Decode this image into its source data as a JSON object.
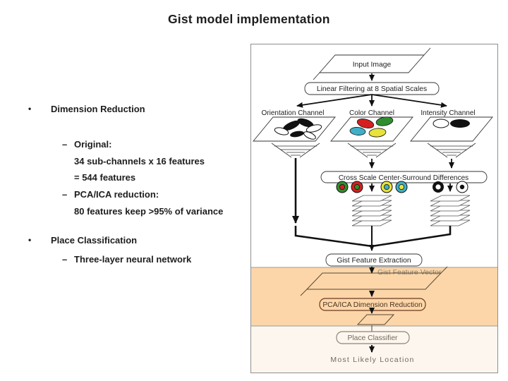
{
  "title": "Gist model implementation",
  "left": {
    "bullet_char": "•",
    "dash_char": "–",
    "section1": "Dimension Reduction",
    "s1_line1": "Original:",
    "s1_line2": "34 sub-channels x 16 features",
    "s1_line3": "= 544 features",
    "s1_line4": "PCA/ICA reduction:",
    "s1_line5": "80 features keep >95% of variance",
    "section2": "Place Classification",
    "s2_line1": "Three-layer neural network"
  },
  "diagram": {
    "nodes": {
      "input_image": "Input Image",
      "linear_filtering": "Linear Filtering at 8 Spatial Scales",
      "orientation_channel": "Orientation Channel",
      "color_channel": "Color Channel",
      "intensity_channel": "Intensity Channel",
      "cross_scale": "Cross Scale Center-Surround Differences",
      "gist_extraction": "Gist Feature Extraction",
      "gist_vector": "Gist Feature Vector",
      "pca_reduction": "PCA/ICA Dimension Reduction",
      "place_classifier": "Place Classifier",
      "most_likely_location": "Most Likely Location"
    },
    "colors": {
      "band_orange": "#fcd6a8",
      "band_cream": "#fdf6ee",
      "red": "#d62020",
      "green": "#2f8f2f",
      "cyan": "#3fb0c8",
      "yellow": "#e8e23a",
      "black": "#111111",
      "white": "#ffffff"
    }
  }
}
